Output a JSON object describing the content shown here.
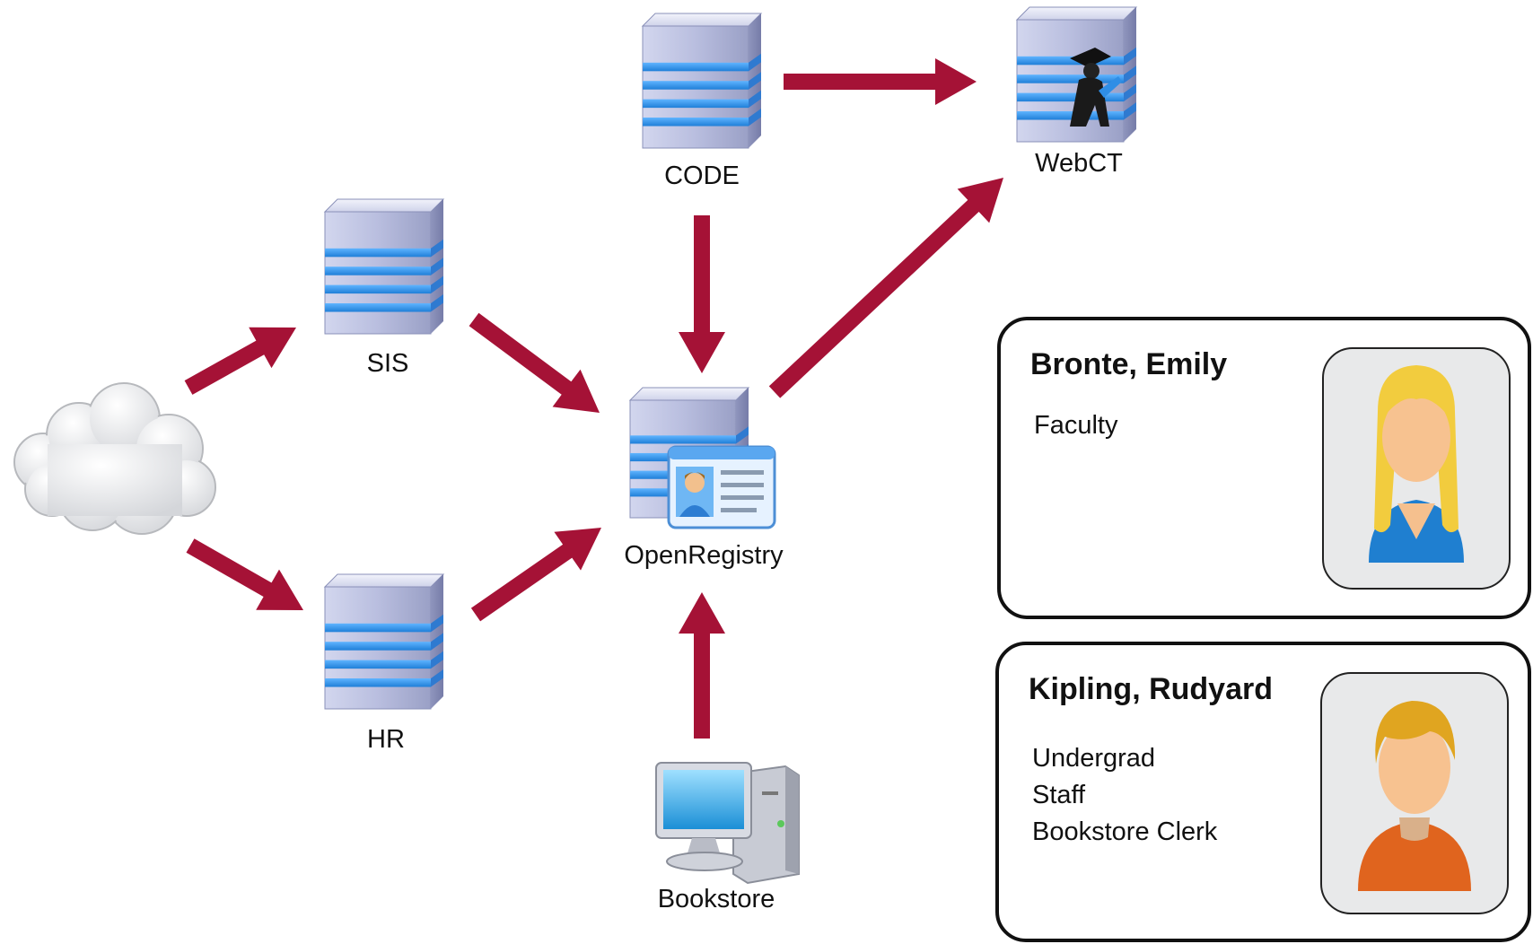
{
  "nodes": {
    "code": "CODE",
    "webct": "WebCT",
    "sis": "SIS",
    "hr": "HR",
    "openregistry": "OpenRegistry",
    "bookstore": "Bookstore"
  },
  "people": [
    {
      "name": "Bronte, Emily",
      "roles": [
        "Faculty"
      ],
      "avatar": "female-user-icon"
    },
    {
      "name": "Kipling, Rudyard",
      "roles": [
        "Undergrad",
        "Staff",
        "Bookstore Clerk"
      ],
      "avatar": "male-user-icon"
    }
  ],
  "colors": {
    "arrow": "#a51236",
    "server_stripe": "#2f8ee6",
    "server_body": "#b4b9d8",
    "card_border": "#111111",
    "avatar_bg": "#e8e9ea"
  },
  "icons": {
    "cloud": "cloud-icon",
    "server": "server-icon",
    "registry": "id-card-server-icon",
    "webct": "graduate-server-icon",
    "bookstore": "desktop-computer-icon"
  }
}
